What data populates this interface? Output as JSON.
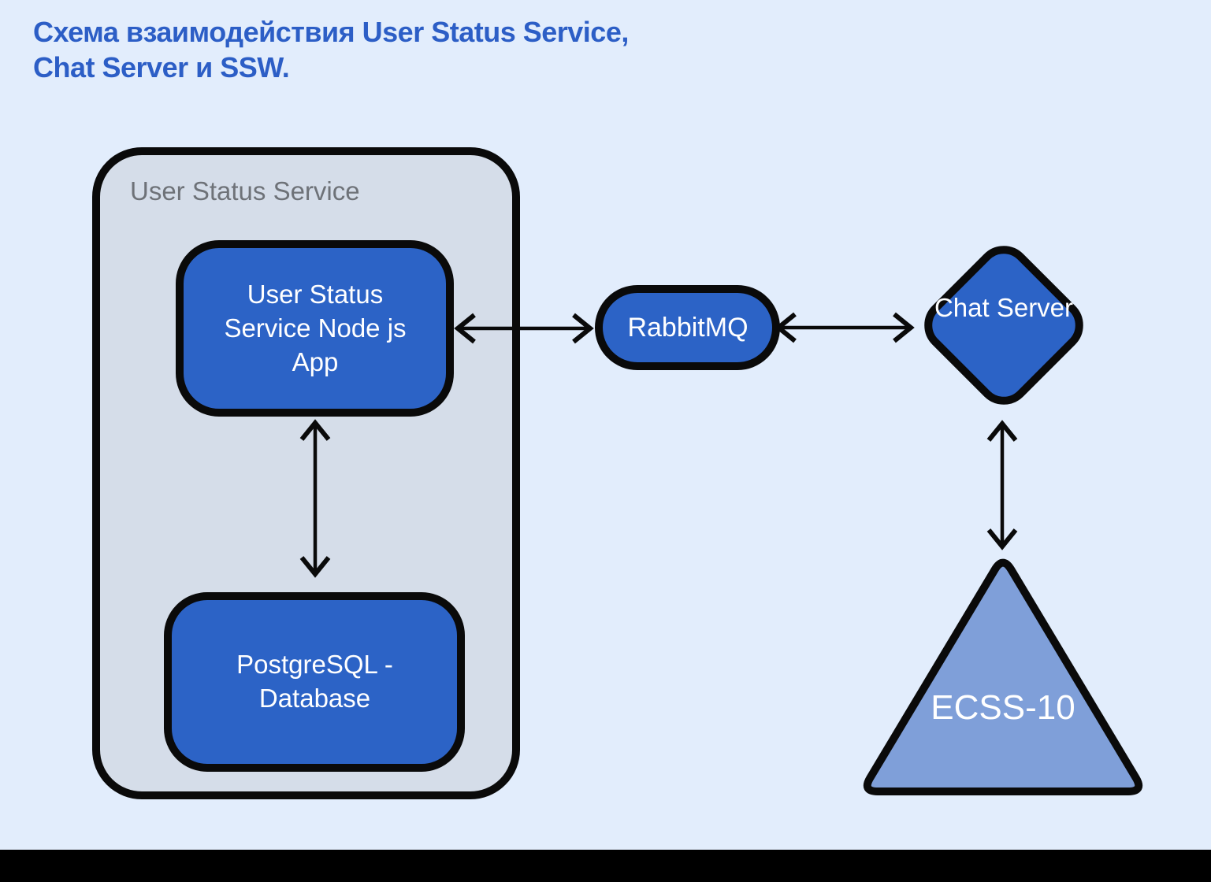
{
  "title": {
    "line1": "Схема взаимодействия User Status Service,",
    "line2": "Chat Server и SSW."
  },
  "diagram": {
    "group": {
      "label": "User Status Service",
      "shape": "rounded-rectangle-container"
    },
    "nodes": {
      "app": {
        "label": "User Status Service Node js App",
        "shape": "rounded-rectangle"
      },
      "database": {
        "label": "PostgreSQL - Database",
        "shape": "rounded-rectangle"
      },
      "queue": {
        "label": "RabbitMQ",
        "shape": "pill"
      },
      "chat": {
        "label": "Chat Server",
        "shape": "diamond"
      },
      "ecss": {
        "label": "ECSS-10",
        "shape": "triangle"
      }
    },
    "edges": [
      {
        "from": "app",
        "to": "queue",
        "direction": "bidirectional"
      },
      {
        "from": "queue",
        "to": "chat",
        "direction": "bidirectional"
      },
      {
        "from": "app",
        "to": "database",
        "direction": "bidirectional"
      },
      {
        "from": "chat",
        "to": "ecss",
        "direction": "bidirectional"
      }
    ]
  },
  "colors": {
    "background": "#e2edfc",
    "container_fill": "#d5dde9",
    "node_fill": "#2c63c6",
    "triangle_fill": "#7f9fd9",
    "outline": "#0a0a0a",
    "title_color": "#2c5ec6",
    "label_gray": "#6e7278",
    "node_text": "#ffffff",
    "bottom_bar": "#000000"
  }
}
